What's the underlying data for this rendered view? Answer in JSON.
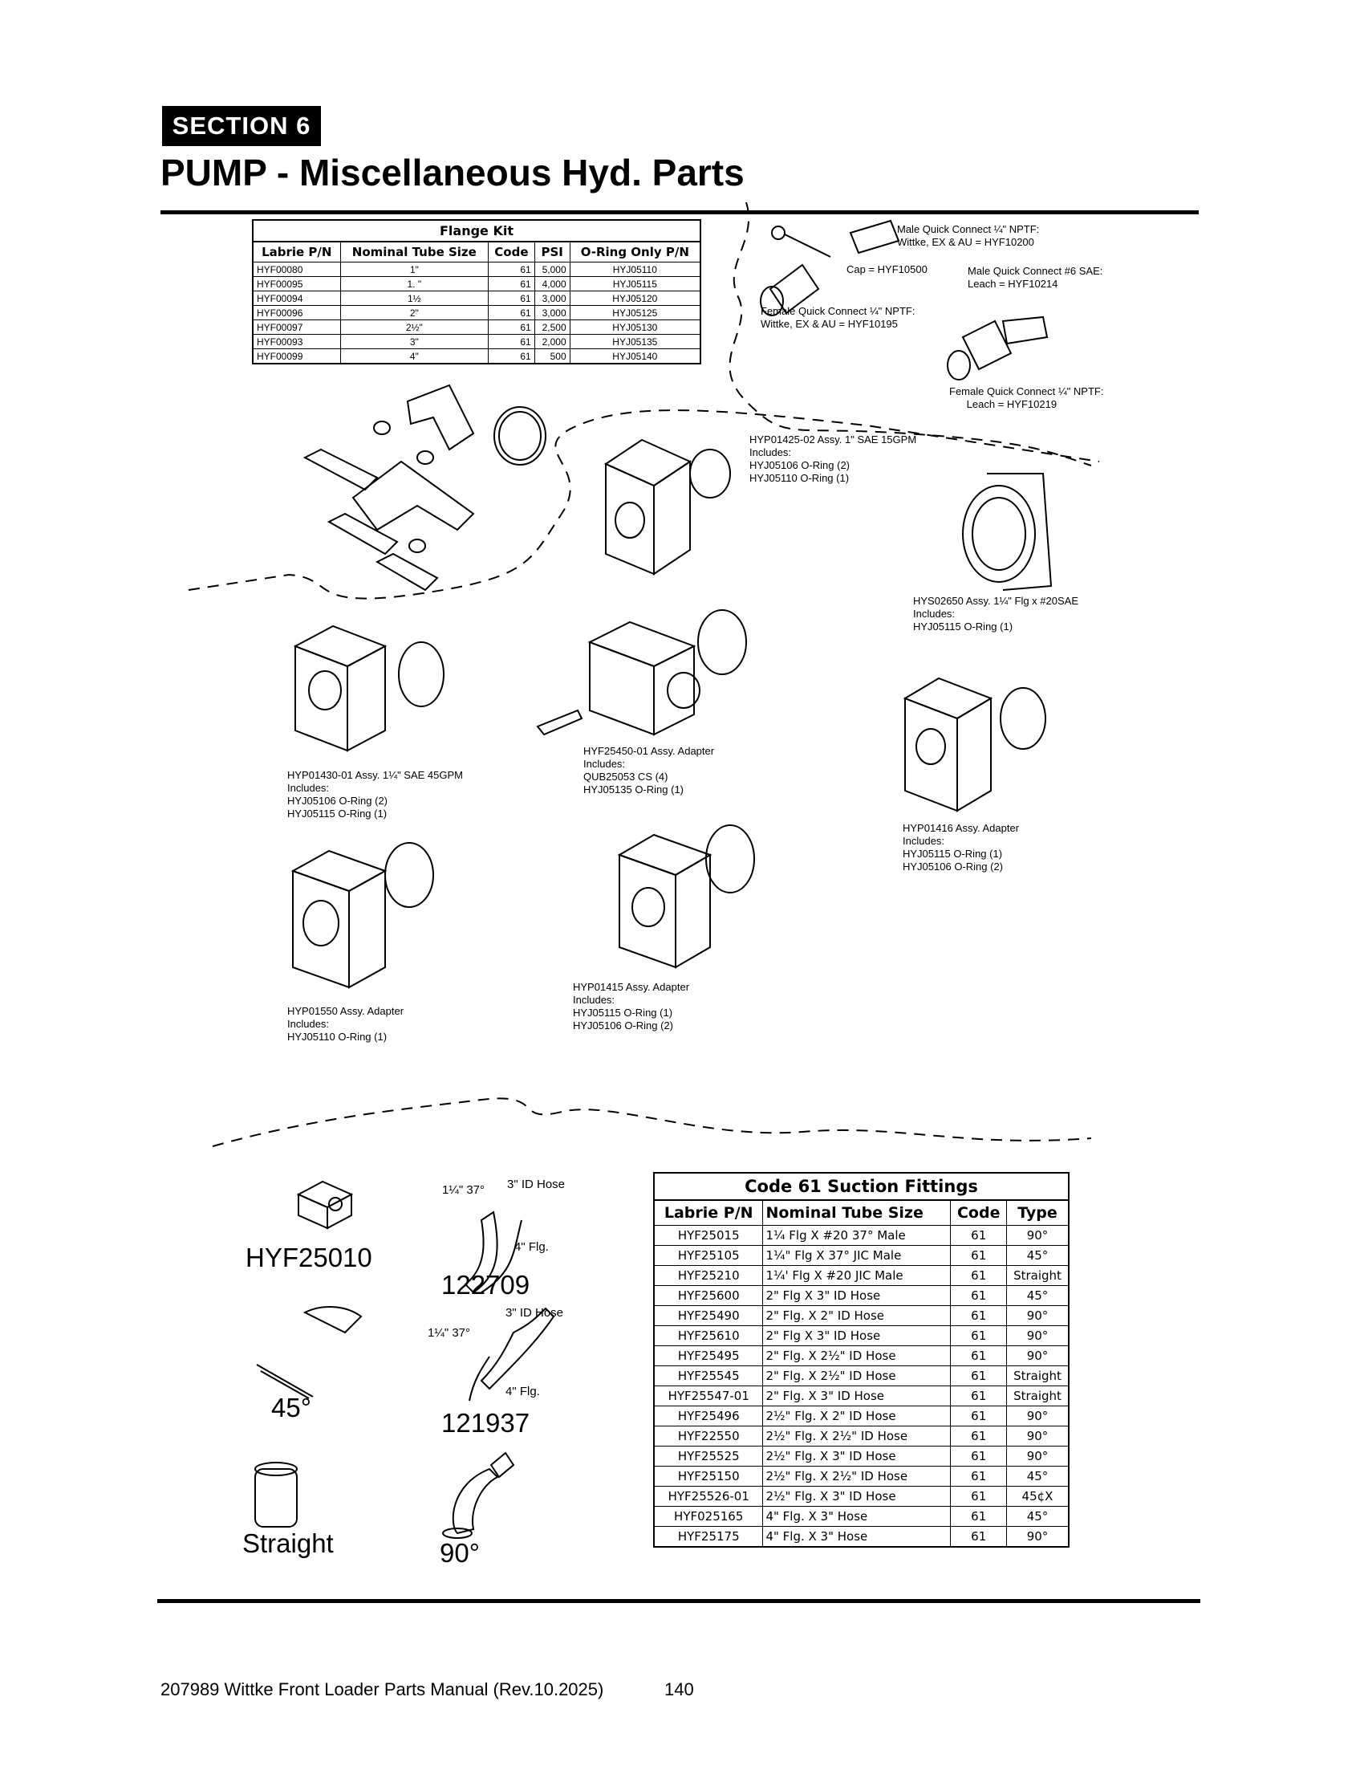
{
  "header": {
    "section_badge": "SECTION 6",
    "title": "PUMP - Miscellaneous Hyd. Parts"
  },
  "flange_kit": {
    "caption": "Flange Kit",
    "columns": [
      "Labrie P/N",
      "Nominal Tube Size",
      "Code",
      "PSI",
      "O-Ring Only P/N"
    ],
    "rows": [
      [
        "HYF00080",
        "1\"",
        "61",
        "5,000",
        "HYJ05110"
      ],
      [
        "HYF00095",
        "1. \"",
        "61",
        "4,000",
        "HYJ05115"
      ],
      [
        "HYF00094",
        "1½",
        "61",
        "3,000",
        "HYJ05120"
      ],
      [
        "HYF00096",
        "2\"",
        "61",
        "3,000",
        "HYJ05125"
      ],
      [
        "HYF00097",
        "2½\"",
        "61",
        "2,500",
        "HYJ05130"
      ],
      [
        "HYF00093",
        "3\"",
        "61",
        "2,000",
        "HYJ05135"
      ],
      [
        "HYF00099",
        "4\"",
        "61",
        "500",
        "HYJ05140"
      ]
    ]
  },
  "callouts": {
    "male_qc_nptf": "Male Quick Connect ¼\" NPTF:\nWittke, EX & AU = HYF10200",
    "cap": "Cap = HYF10500",
    "male_qc_sae": "Male Quick Connect #6 SAE:\nLeach = HYF10214",
    "female_qc_wittke": "Female Quick Connect ¼\" NPTF:\nWittke, EX & AU = HYF10195",
    "female_qc_leach": "Female Quick Connect ¼\" NPTF:\n      Leach = HYF10219",
    "hyp01425": "HYP01425-02 Assy. 1\" SAE 15GPM\nIncludes:\nHYJ05106 O-Ring (2)\nHYJ05110 O-Ring (1)",
    "hys02650": "HYS02650 Assy. 1¼\" Flg x #20SAE\nIncludes:\nHYJ05115 O-Ring (1)",
    "hyp01430": "HYP01430-01 Assy. 1¼\" SAE 45GPM\nIncludes:\nHYJ05106 O-Ring (2)\nHYJ05115 O-Ring (1)",
    "hyf25450": "HYF25450-01 Assy. Adapter\nIncludes:\nQUB25053 CS (4)\nHYJ05135 O-Ring (1)",
    "hyp01416": "HYP01416 Assy. Adapter\nIncludes:\nHYJ05115 O-Ring (1)\nHYJ05106 O-Ring (2)",
    "hyp01550": "HYP01550 Assy. Adapter\nIncludes:\nHYJ05110 O-Ring (1)",
    "hyp01415": "HYP01415 Assy. Adapter\nIncludes:\nHYJ05115 O-Ring (1)\nHYJ05106 O-Ring (2)"
  },
  "fittings": {
    "hyf25010": "HYF25010",
    "deg45": "45°",
    "straight": "Straight",
    "p122709": "122709",
    "p121937": "121937",
    "deg90": "90°",
    "a_37": "1¼\" 37°",
    "a_3hose": "3\" ID Hose",
    "a_4flg": "4\" Flg.",
    "b_3hose": "3\" ID Hose",
    "b_37": "1¼\" 37°",
    "b_4flg": "4\" Flg."
  },
  "suction_fittings": {
    "caption": "Code 61 Suction Fittings",
    "columns": [
      "Labrie P/N",
      "Nominal Tube Size",
      "Code",
      "Type"
    ],
    "rows": [
      [
        "HYF25015",
        "1¼  Flg X #20 37° Male",
        "61",
        "90°"
      ],
      [
        "HYF25105",
        "1¼\" Flg X 37° JIC Male",
        "61",
        "45°"
      ],
      [
        "HYF25210",
        "1¼' Flg X #20 JIC Male",
        "61",
        "Straight"
      ],
      [
        "HYF25600",
        "2\" Flg X 3\" ID Hose",
        "61",
        "45°"
      ],
      [
        "HYF25490",
        "2\" Flg. X 2\" ID Hose",
        "61",
        "90°"
      ],
      [
        "HYF25610",
        "2\" Flg X 3\" ID Hose",
        "61",
        "90°"
      ],
      [
        "HYF25495",
        "2\" Flg. X 2½\" ID Hose",
        "61",
        "90°"
      ],
      [
        "HYF25545",
        "2\" Flg. X 2½\" ID Hose",
        "61",
        "Straight"
      ],
      [
        "HYF25547-01",
        "2\" Flg. X 3\" ID Hose",
        "61",
        "Straight"
      ],
      [
        "HYF25496",
        "2½\" Flg. X 2\" ID Hose",
        "61",
        "90°"
      ],
      [
        "HYF22550",
        "2½\" Flg. X 2½\" ID Hose",
        "61",
        "90°"
      ],
      [
        "HYF25525",
        "2½\" Flg. X 3\" ID Hose",
        "61",
        "90°"
      ],
      [
        "HYF25150",
        "2½\" Flg. X 2½\" ID Hose",
        "61",
        "45°"
      ],
      [
        "HYF25526-01",
        "2½\" Flg. X 3\" ID Hose",
        "61",
        "45¢X"
      ],
      [
        "HYF025165",
        "4\" Flg. X 3\" Hose",
        "61",
        "45°"
      ],
      [
        "HYF25175",
        "4\" Flg. X 3\" Hose",
        "61",
        "90°"
      ]
    ]
  },
  "footer": {
    "manual": "207989 Wittke Front Loader Parts Manual (Rev.10.2025)",
    "page": "140"
  }
}
